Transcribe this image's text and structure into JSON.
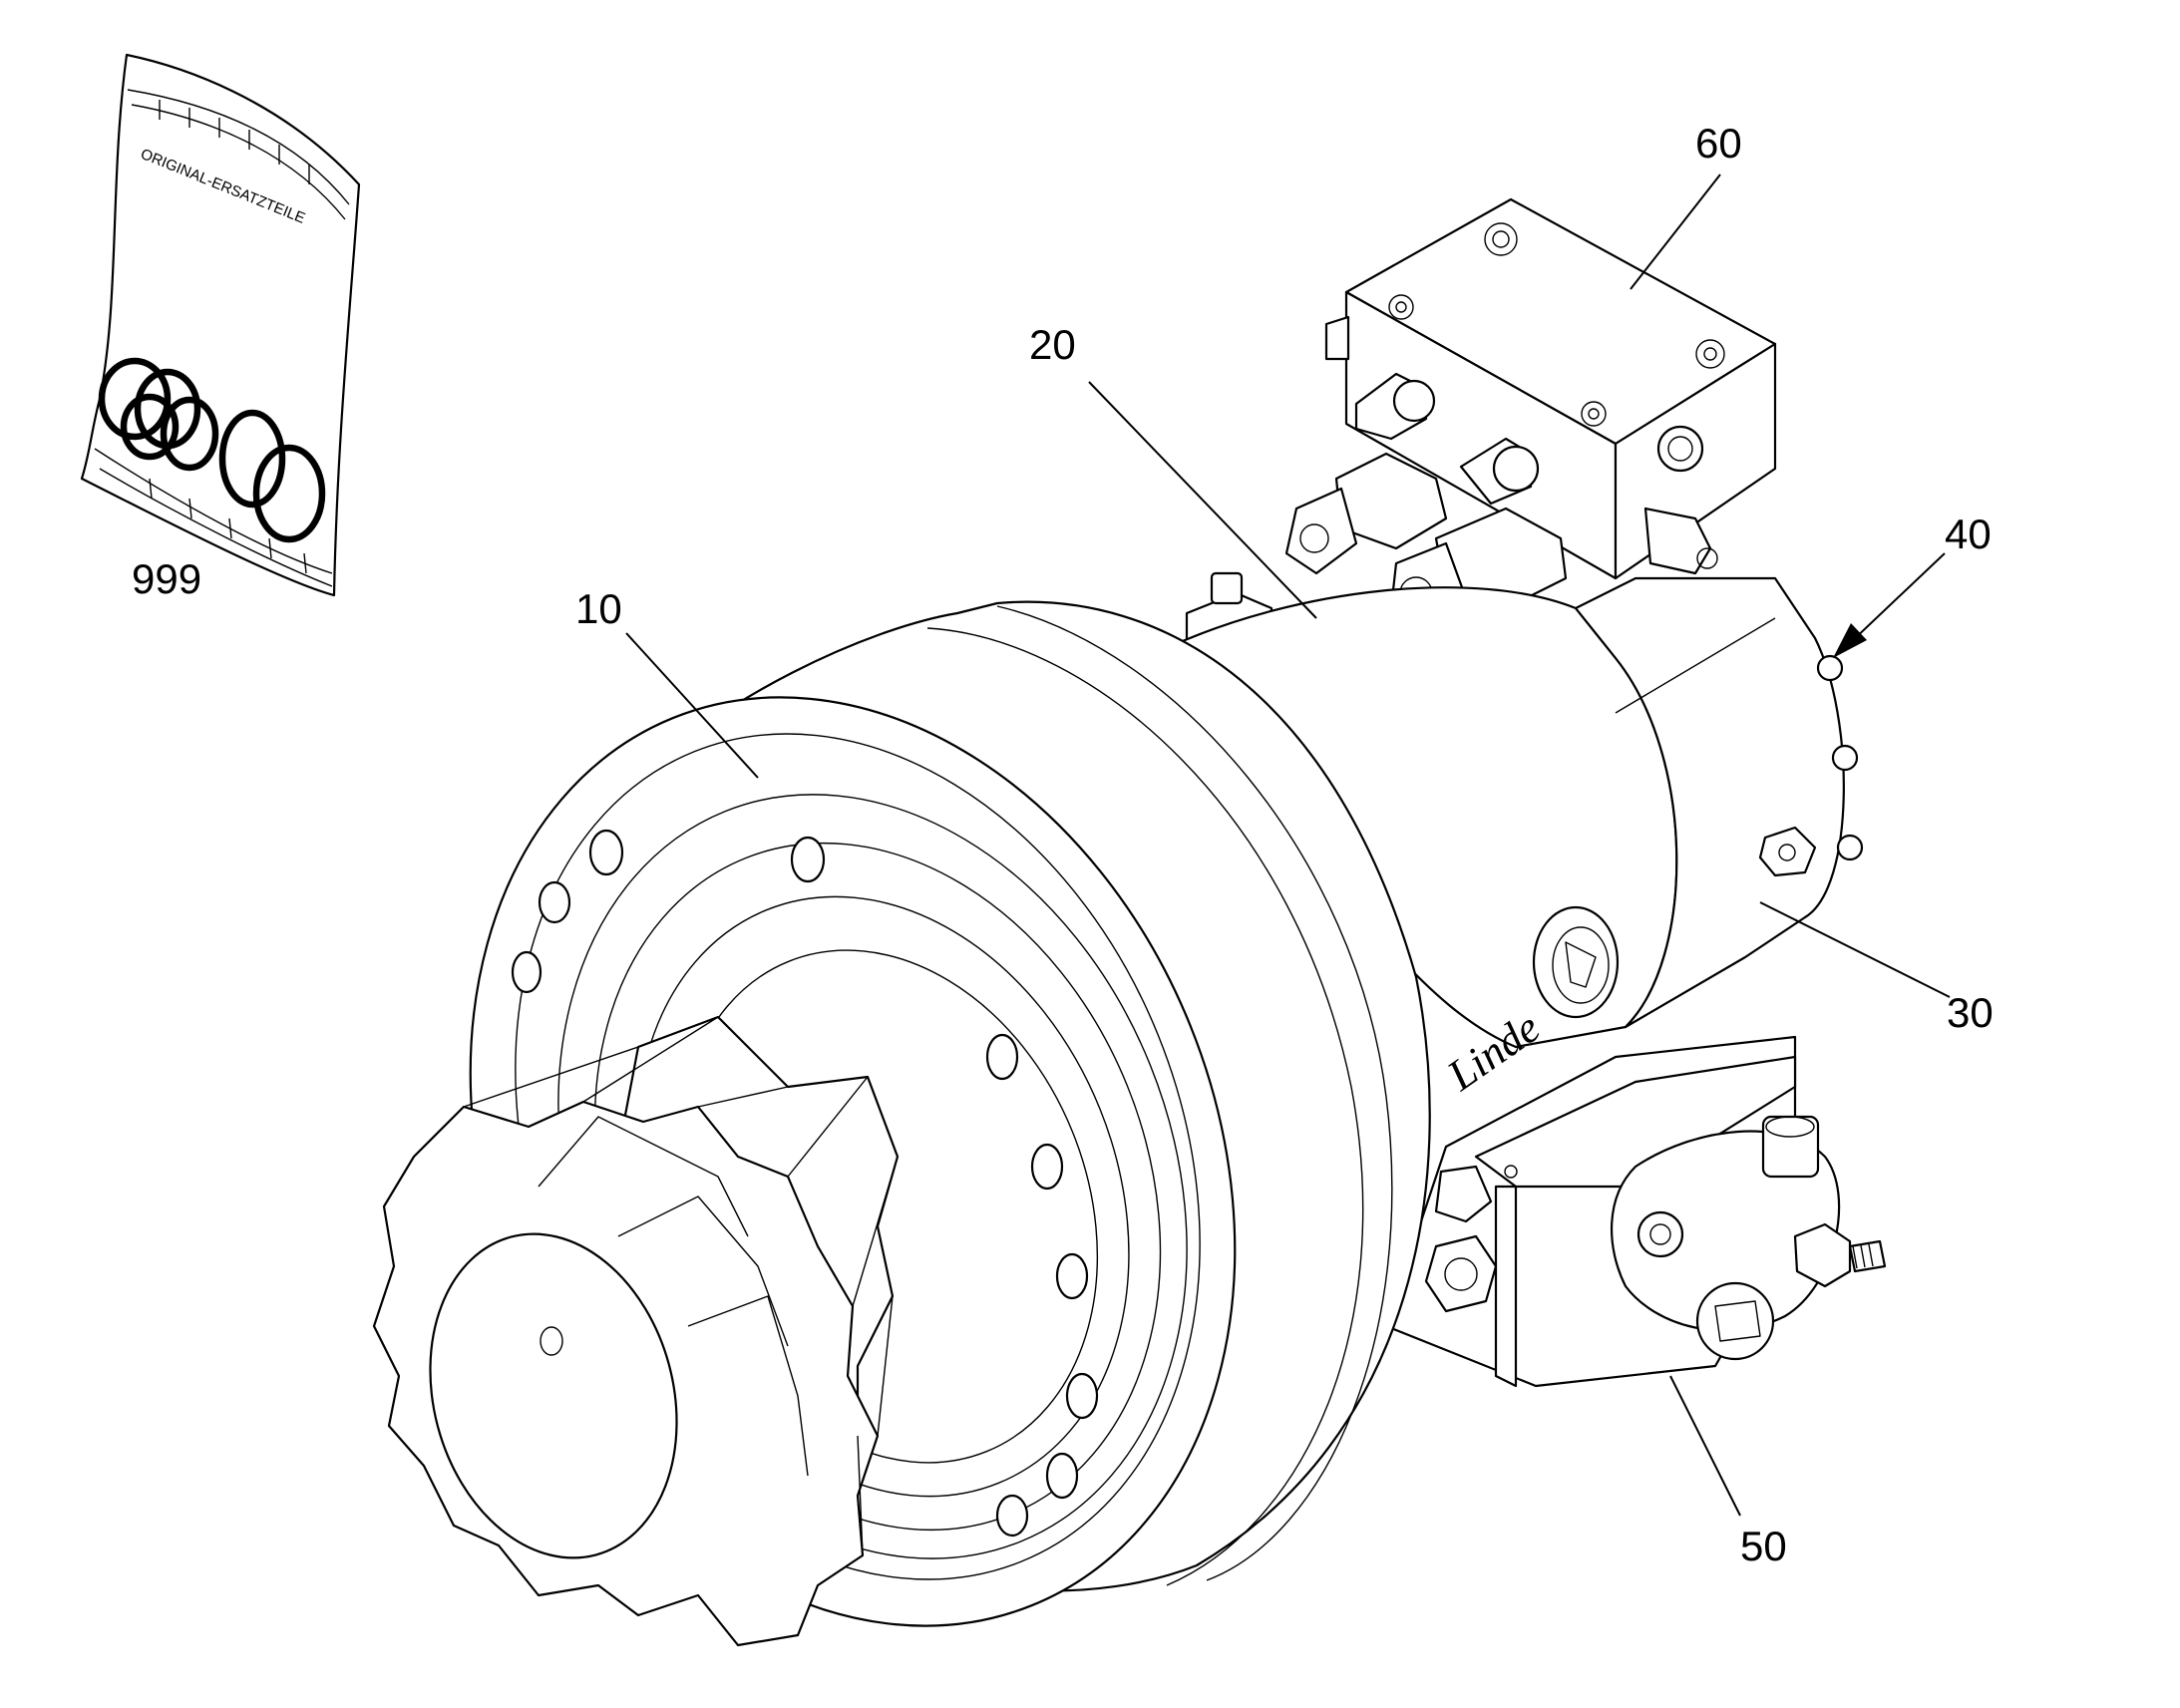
{
  "diagram": {
    "parts_bag": {
      "text": "ORIGINAL-ERSATZTEILE",
      "label": "999"
    },
    "logo_text": "Linde",
    "callouts": [
      {
        "id": "10",
        "label": "10"
      },
      {
        "id": "20",
        "label": "20"
      },
      {
        "id": "30",
        "label": "30"
      },
      {
        "id": "40",
        "label": "40"
      },
      {
        "id": "50",
        "label": "50"
      },
      {
        "id": "60",
        "label": "60"
      }
    ]
  }
}
